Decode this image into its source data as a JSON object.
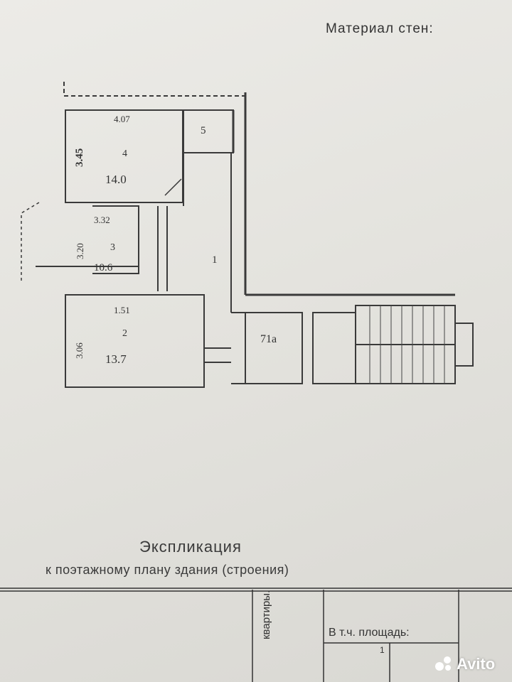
{
  "header": {
    "walls_material": "Материал стен:"
  },
  "plan": {
    "rooms": [
      {
        "id": "4",
        "number": "4",
        "area": "14.0",
        "width": "4.07",
        "height": "3.45"
      },
      {
        "id": "5",
        "number": "5"
      },
      {
        "id": "3",
        "number": "3",
        "area": "10.6",
        "width": "3.32",
        "height": "3.20"
      },
      {
        "id": "1",
        "number": "1"
      },
      {
        "id": "2",
        "number": "2",
        "area": "13.7",
        "width": "1.51",
        "height": "3.06"
      },
      {
        "id": "71a",
        "number": "71а"
      }
    ]
  },
  "explication": {
    "title": "Экспликация",
    "subtitle": "к поэтажному плану здания (строения)",
    "col_apartment": "квартиры.",
    "col_including_area": "В т.ч. площадь:",
    "col_marker": "1"
  },
  "watermark": {
    "brand": "Avito"
  }
}
